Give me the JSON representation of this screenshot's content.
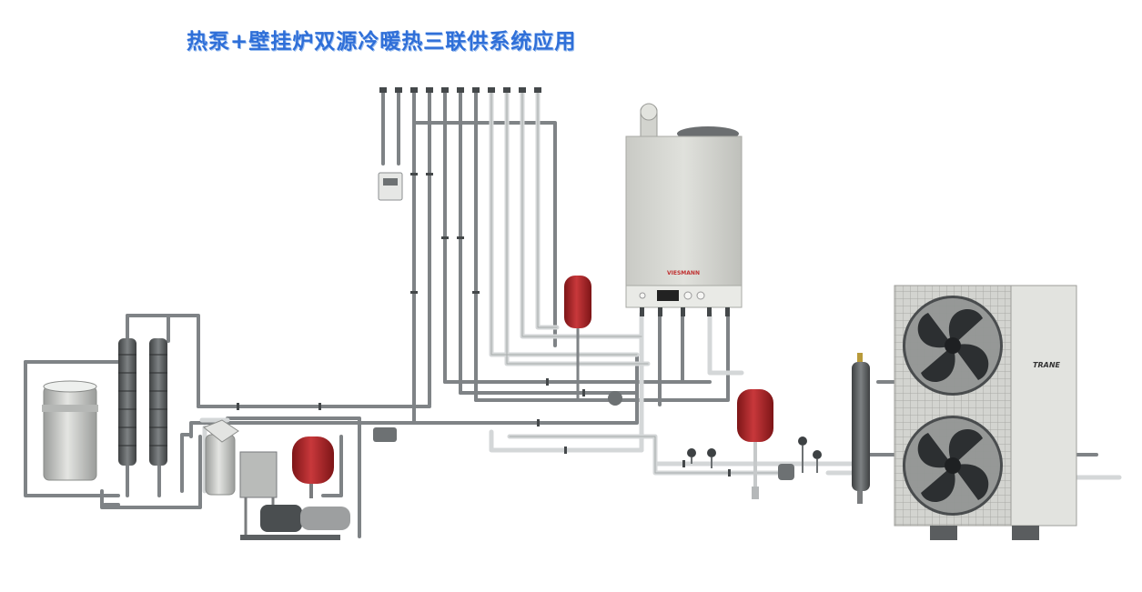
{
  "title": "热泵+壁挂炉双源冷暖热三联供系统应用",
  "boiler": {
    "brand": "VIESMANN"
  },
  "heat_pump": {
    "brand": "TRANE"
  },
  "colors": {
    "title_blue": "#2f6fd8",
    "pipe_dark": "#8a8e91",
    "pipe_light": "#d9dcdd",
    "expansion_tank_red": "#b3262a",
    "boiler_body": "#d7d8d3",
    "heat_pump_body": "#cfd0cc"
  }
}
